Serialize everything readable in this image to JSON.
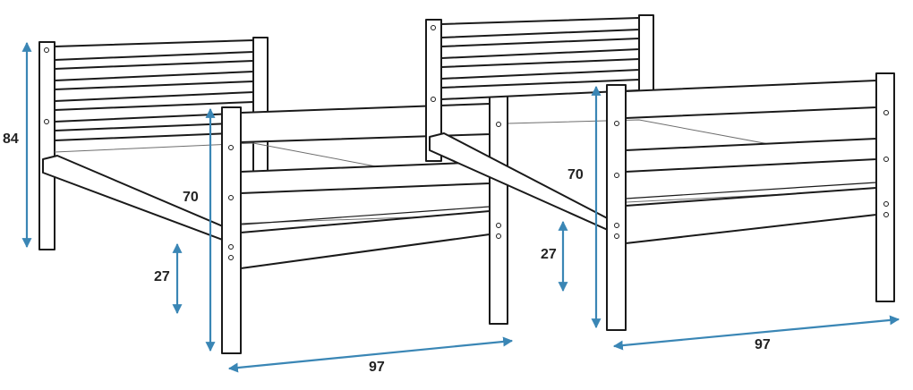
{
  "diagram": {
    "dimensions": {
      "left_bed": {
        "headboard_height": "84",
        "footboard_height": "70",
        "leg_height": "27",
        "length": "97"
      },
      "right_bed": {
        "footboard_height": "70",
        "leg_height": "27",
        "length": "97"
      }
    },
    "colors": {
      "line": "#1a1a1a",
      "dimension": "#3a86b5",
      "text": "#222222"
    }
  }
}
